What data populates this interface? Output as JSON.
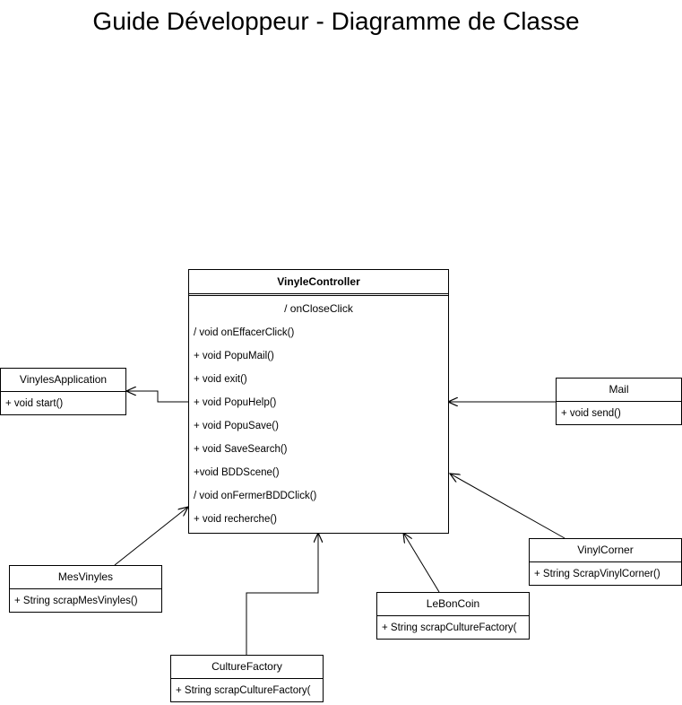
{
  "title": "Guide Développeur - Diagramme de Classe",
  "classes": {
    "controller": {
      "name": "VinyleController",
      "attribute": "/ onCloseClick",
      "methods": [
        "/ void onEffacerClick()",
        "+ void PopuMail()",
        "+ void exit()",
        "+ void PopuHelp()",
        "+ void PopuSave()",
        "+ void SaveSearch()",
        "+void BDDScene()",
        "/ void onFermerBDDClick()",
        "+ void recherche()"
      ]
    },
    "application": {
      "name": "VinylesApplication",
      "method": "+ void start()"
    },
    "mail": {
      "name": "Mail",
      "method": "+ void send()"
    },
    "mesvinyles": {
      "name": "MesVinyles",
      "method": "+ String scrapMesVinyles()"
    },
    "vinylcorner": {
      "name": "VinylCorner",
      "method": "+ String ScrapVinylCorner()"
    },
    "leboncoin": {
      "name": "LeBonCoin",
      "method": "+ String scrapCultureFactory("
    },
    "culturefactory": {
      "name": "CultureFactory",
      "method": "+ String scrapCultureFactory("
    }
  }
}
